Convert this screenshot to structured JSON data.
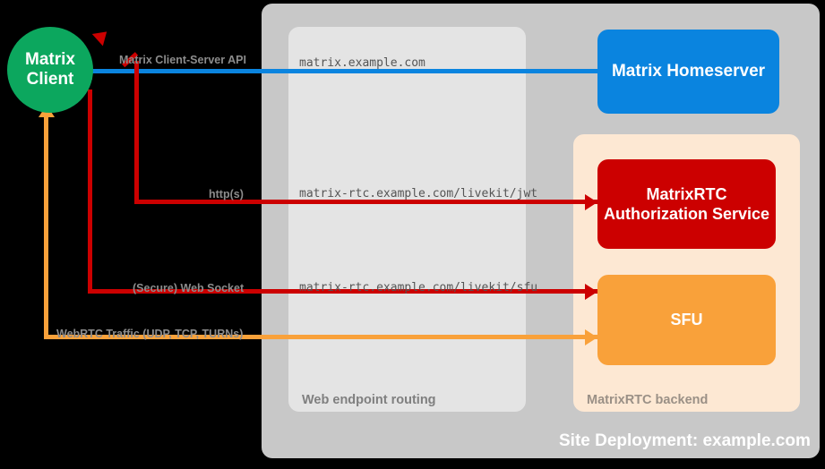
{
  "diagram": {
    "title": "Site Deployment: example.com",
    "site_caption": "Site Deployment: example.com"
  },
  "nodes": {
    "client": {
      "line1": "Matrix",
      "line2": "Client",
      "color": "#0ca75e"
    },
    "homeserver": {
      "label": "Matrix Homeserver",
      "color": "#0a84df"
    },
    "auth_service": {
      "label": "MatrixRTC Authorization Service",
      "color": "#cc0000"
    },
    "sfu": {
      "label": "SFU",
      "color": "#f9a13a"
    }
  },
  "panels": {
    "routing": {
      "caption": "Web endpoint routing",
      "color": "#e4e4e4"
    },
    "backend": {
      "caption": "MatrixRTC backend",
      "color": "#fde8d3"
    },
    "site": {
      "color": "#c8c8c8"
    }
  },
  "endpoints": {
    "matrix": "matrix.example.com",
    "jwt": "matrix-rtc.example.com/livekit/jwt",
    "sfu": "matrix-rtc.example.com/livekit/sfu"
  },
  "protocols": {
    "client_server_api": "Matrix Client-Server API",
    "https": "http(s)",
    "websocket": "(Secure) Web Socket",
    "webrtc": "WebRTC Traffic (UDP, TCP, TURNs)"
  },
  "colors": {
    "blue": "#0a84df",
    "red": "#cc0000",
    "orange": "#f9a13a",
    "green": "#0ca75e",
    "site_gray": "#c8c8c8",
    "panel_gray": "#e4e4e4",
    "backend_peach": "#fde8d3",
    "background": "#000000"
  }
}
